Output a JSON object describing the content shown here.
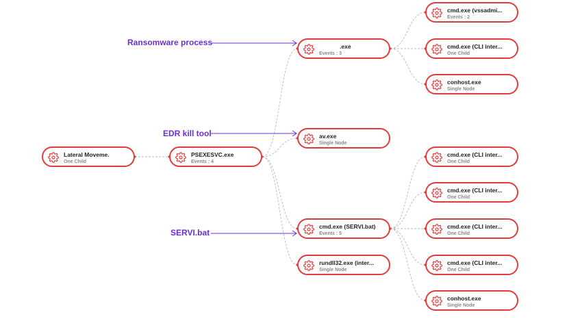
{
  "colors": {
    "node_border": "#e23b3b",
    "connector": "#b8b8b8",
    "annotation": "#6a2ed8",
    "dot": "#e23b3b"
  },
  "nodes": [
    {
      "id": "lateral",
      "title": "Lateral Moveme.",
      "subtitle": "One Child",
      "icon": "gear-icon"
    },
    {
      "id": "psexesvc",
      "title": "PSEXESVC.exe",
      "subtitle": "Events : 4",
      "icon": "gear-icon"
    },
    {
      "id": "exe",
      "title": ".exe",
      "subtitle": "Events : 3",
      "icon": "gear-icon"
    },
    {
      "id": "av",
      "title": "av.exe",
      "subtitle": "Single Node",
      "icon": "gear-icon"
    },
    {
      "id": "cmd_servi",
      "title": "cmd.exe (SERVI.bat)",
      "subtitle": "Events : 5",
      "icon": "gear-icon"
    },
    {
      "id": "rundll",
      "title": "rundll32.exe (inter...",
      "subtitle": "Single Node",
      "icon": "gear-icon"
    },
    {
      "id": "cmd_vss",
      "title": "cmd.exe (vssadmi...",
      "subtitle": "Events : 2",
      "icon": "gear-icon"
    },
    {
      "id": "cmd_cli1",
      "title": "cmd.exe (CLI inter...",
      "subtitle": "One Child",
      "icon": "gear-icon"
    },
    {
      "id": "conhost1",
      "title": "conhost.exe",
      "subtitle": "Single Node",
      "icon": "gear-icon"
    },
    {
      "id": "cmd_cli2",
      "title": "cmd.exe (CLI inter...",
      "subtitle": "One Child",
      "icon": "gear-icon"
    },
    {
      "id": "cmd_cli3",
      "title": "cmd.exe (CLI inter...",
      "subtitle": "One Child",
      "icon": "gear-icon"
    },
    {
      "id": "cmd_cli4",
      "title": "cmd.exe (CLI inter...",
      "subtitle": "One Child",
      "icon": "gear-icon"
    },
    {
      "id": "cmd_cli5",
      "title": "cmd.exe (CLI inter...",
      "subtitle": "One Child",
      "icon": "gear-icon"
    },
    {
      "id": "conhost2",
      "title": "conhost.exe",
      "subtitle": "Single Node",
      "icon": "gear-icon"
    }
  ],
  "edges": [
    [
      "lateral",
      "psexesvc"
    ],
    [
      "psexesvc",
      "exe"
    ],
    [
      "psexesvc",
      "av"
    ],
    [
      "psexesvc",
      "cmd_servi"
    ],
    [
      "psexesvc",
      "rundll"
    ],
    [
      "exe",
      "cmd_vss"
    ],
    [
      "exe",
      "cmd_cli1"
    ],
    [
      "exe",
      "conhost1"
    ],
    [
      "cmd_servi",
      "cmd_cli2"
    ],
    [
      "cmd_servi",
      "cmd_cli3"
    ],
    [
      "cmd_servi",
      "cmd_cli4"
    ],
    [
      "cmd_servi",
      "cmd_cli5"
    ],
    [
      "cmd_servi",
      "conhost2"
    ]
  ],
  "annotations": [
    {
      "text": "Ransomware process",
      "target": "exe"
    },
    {
      "text": "EDR kill tool",
      "target": "av"
    },
    {
      "text": "SERVI.bat",
      "target": "cmd_servi"
    }
  ]
}
